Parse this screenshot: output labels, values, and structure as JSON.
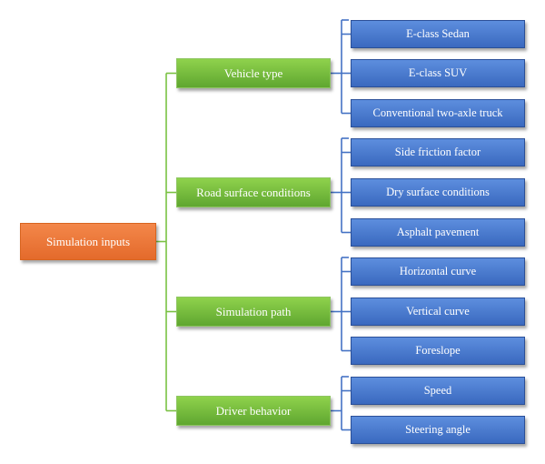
{
  "colors": {
    "root_fill": "#ED7D31",
    "category_fill": "#70AD47",
    "leaf_fill": "#4472C4",
    "category_connector": "#7ac143",
    "leaf_connector": "#4472c4"
  },
  "root": {
    "label": "Simulation inputs"
  },
  "categories": [
    {
      "label": "Vehicle type",
      "children": [
        "E-class Sedan",
        "E-class SUV",
        "Conventional two-axle truck"
      ]
    },
    {
      "label": "Road surface conditions",
      "children": [
        "Side friction factor",
        "Dry surface conditions",
        "Asphalt pavement"
      ]
    },
    {
      "label": "Simulation path",
      "children": [
        "Horizontal curve",
        "Vertical curve",
        "Foreslope"
      ]
    },
    {
      "label": "Driver behavior",
      "children": [
        "Speed",
        "Steering angle"
      ]
    }
  ]
}
